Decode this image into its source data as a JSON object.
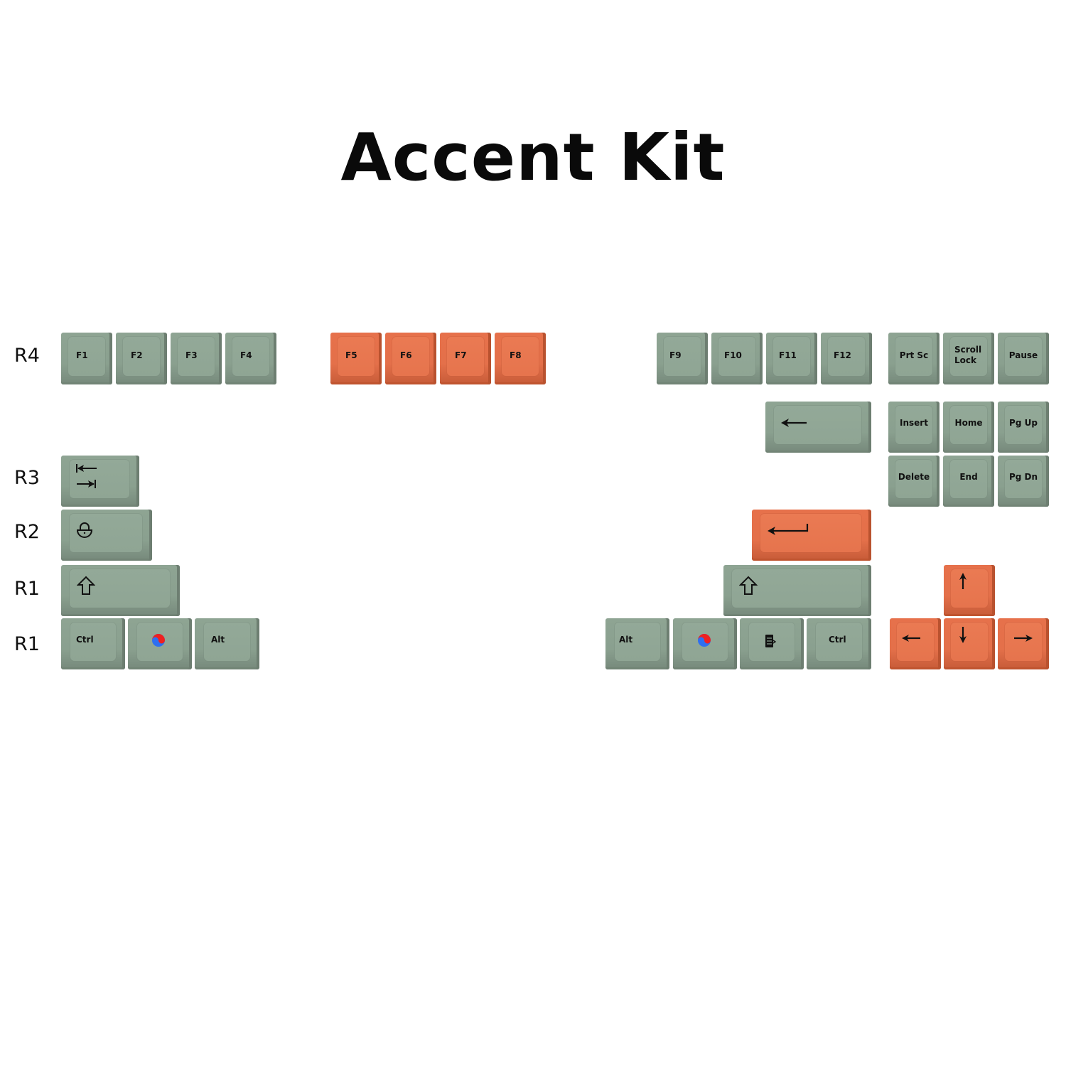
{
  "title": "Accent Kit",
  "colors": {
    "green": "#8ea493",
    "orange": "#e6714b",
    "legend": "#111111"
  },
  "row_labels": [
    "R4",
    "R3",
    "R2",
    "R1",
    "R1"
  ],
  "keys": {
    "f1": "F1",
    "f2": "F2",
    "f3": "F3",
    "f4": "F4",
    "f5": "F5",
    "f6": "F6",
    "f7": "F7",
    "f8": "F8",
    "f9": "F9",
    "f10": "F10",
    "f11": "F11",
    "f12": "F12",
    "prtsc": "Prt Sc",
    "scroll_line1": "Scroll",
    "scroll_line2": "Lock",
    "pause": "Pause",
    "insert": "Insert",
    "home": "Home",
    "pgup": "Pg Up",
    "delete": "Delete",
    "end": "End",
    "pgdn": "Pg Dn",
    "lctrl": "Ctrl",
    "lalt": "Alt",
    "ralt": "Alt",
    "rctrl": "Ctrl"
  },
  "icons": {
    "backspace": "arrow-left-icon",
    "tab": "tab-arrows-icon",
    "caps": "lock-icon",
    "enter": "enter-arrow-icon",
    "shift": "shift-arrow-icon",
    "han": "taegeuk-icon",
    "menu": "menu-icon",
    "arrows": [
      "arrow-up-icon",
      "arrow-left-icon",
      "arrow-down-icon",
      "arrow-right-icon"
    ]
  }
}
